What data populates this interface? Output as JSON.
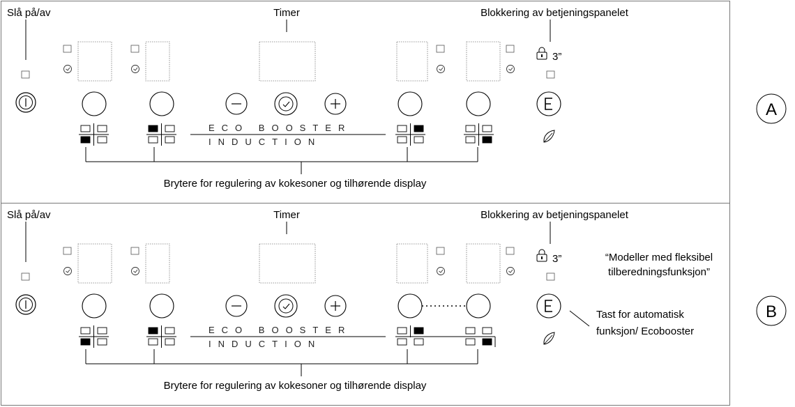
{
  "panels": [
    {
      "id": "a",
      "badge": "A",
      "labels": {
        "power": "Slå på/av",
        "timer": "Timer",
        "lock": "Blokkering av betjeningspanelet",
        "zones": "Brytere for regulering av kokesoner og tilhørende display"
      },
      "lock_time": "3”",
      "eco_line1": "ECO BOOSTER",
      "eco_line2": "INDUCTION"
    },
    {
      "id": "b",
      "badge": "B",
      "labels": {
        "power": "Slå på/av",
        "timer": "Timer",
        "lock": "Blokkering av betjeningspanelet",
        "zones": "Brytere for regulering av kokesoner og tilhørende display"
      },
      "lock_time": "3”",
      "eco_line1": "ECO BOOSTER",
      "eco_line2": "INDUCTION",
      "flex_note_line1": "“Modeller med fleksibel",
      "flex_note_line2": "tilberedningsfunksjon”",
      "auto_key_line1": "Tast for automatisk",
      "auto_key_line2": "funksjon/ Ecobooster"
    }
  ],
  "icons": {
    "power": "power-icon",
    "minus": "minus-icon",
    "plus": "plus-icon",
    "timer": "clock-icon",
    "lock": "padlock-icon",
    "auto": "e-letter-icon",
    "leaf": "leaf-icon"
  }
}
